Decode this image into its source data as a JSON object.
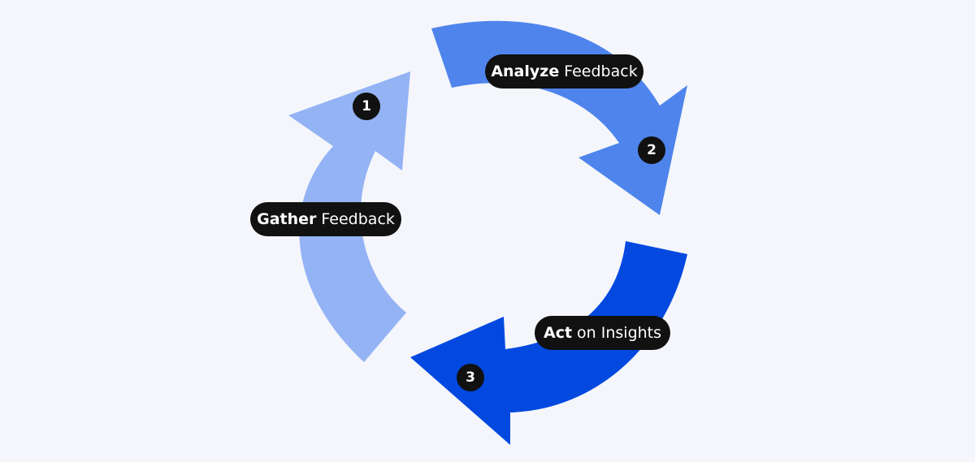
{
  "colors": {
    "background": "#f4f6fb",
    "step1_arrow": "#94b3f5",
    "step2_arrow": "#4f84ec",
    "step3_arrow": "#0349e0",
    "label_bg": "#111111",
    "label_text": "#ffffff"
  },
  "steps": [
    {
      "number": "1",
      "bold": "Gather",
      "rest": "Feedback"
    },
    {
      "number": "2",
      "bold": "Analyze",
      "rest": "Feedback"
    },
    {
      "number": "3",
      "bold": "Act",
      "rest": "on Insights"
    }
  ]
}
